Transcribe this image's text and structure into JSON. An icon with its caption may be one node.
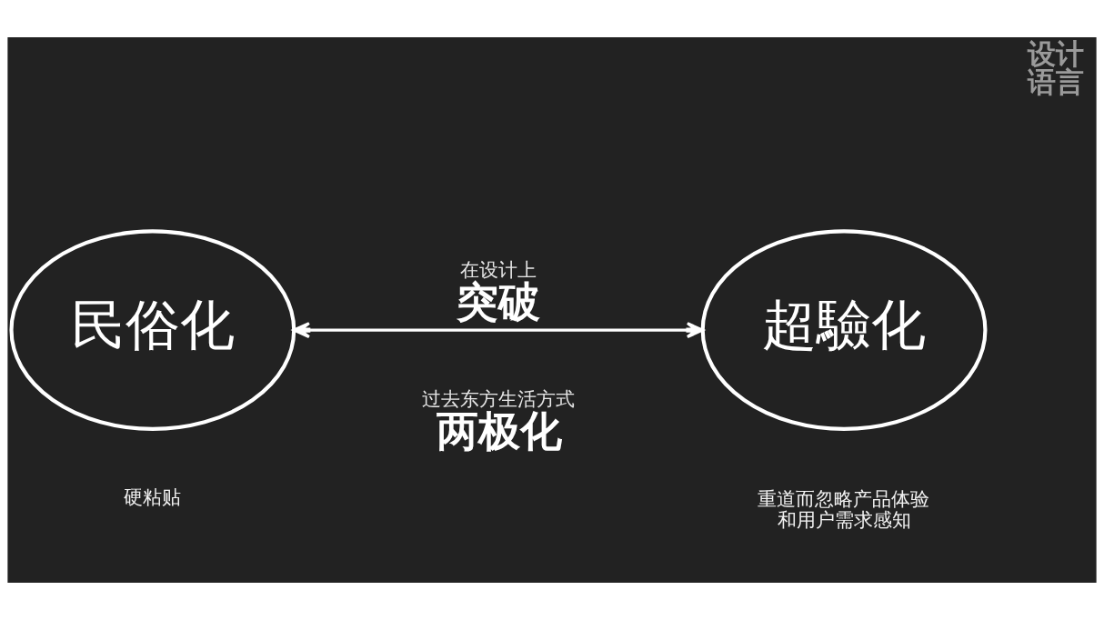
{
  "diagram": {
    "nodes": [
      {
        "text": [
          "民俗化"
        ],
        "beside": [
          "硬粘贴"
        ]
      },
      {
        "text": [
          "超驗化"
        ],
        "beside": [
          "重道而忽略产品体验和用户需求感知"
        ]
      }
    ],
    "edges": [
      {
        "from": 0,
        "to": 1,
        "arrow": "both",
        "label": "在设计上突破"
      }
    ],
    "labels": [
      "设计语言",
      "过去东方生活方式两极化"
    ]
  }
}
